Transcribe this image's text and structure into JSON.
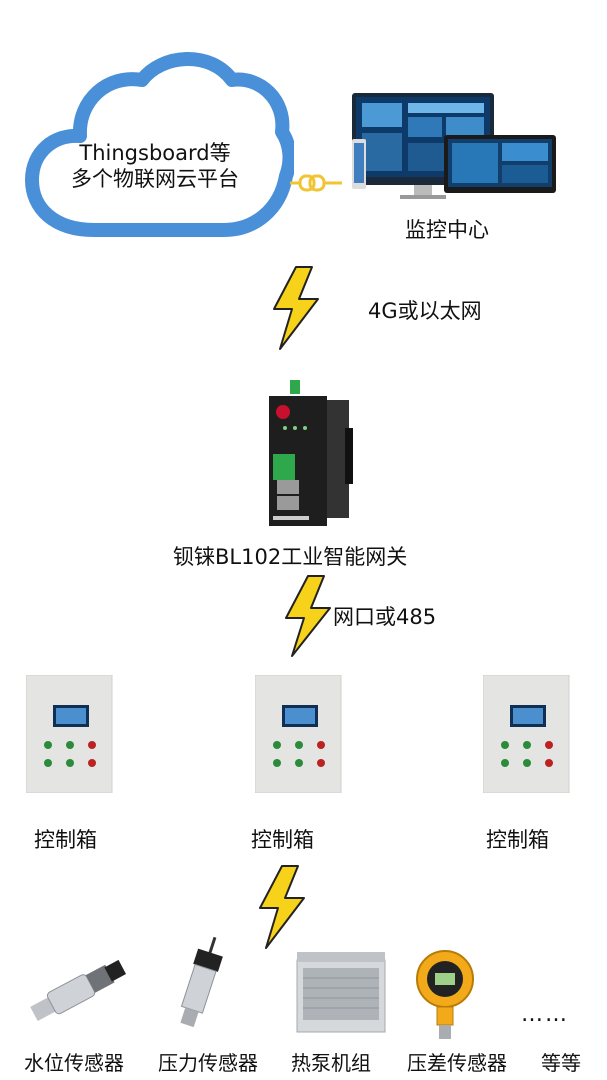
{
  "cloud": {
    "line1": "Thingsboard等",
    "line2": "多个物联网云平台"
  },
  "monitor_center": {
    "label": "监控中心"
  },
  "link_top": {
    "label": "4G或以太网"
  },
  "gateway": {
    "label": "钡铼BL102工业智能网关"
  },
  "link_mid": {
    "label": "网口或485"
  },
  "control_boxes": [
    {
      "label": "控制箱"
    },
    {
      "label": "控制箱"
    },
    {
      "label": "控制箱"
    }
  ],
  "devices": [
    {
      "label": "水位传感器"
    },
    {
      "label": "压力传感器"
    },
    {
      "label": "热泵机组"
    },
    {
      "label": "压差传感器"
    },
    {
      "label": "等等"
    }
  ],
  "ellipsis": "……",
  "colors": {
    "cloud_stroke": "#4a90d9",
    "bolt_fill": "#f7d21a",
    "bolt_stroke": "#222",
    "chain": "#f2c431"
  }
}
